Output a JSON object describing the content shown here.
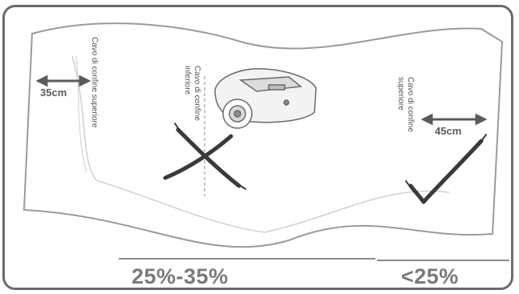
{
  "labels": {
    "upper_cable_left": "Cavo di confine superiore",
    "lower_cable_line1": "Cavo di confine",
    "lower_cable_line2": "inferiore",
    "upper_cable_right_line1": "Cavo di confine",
    "upper_cable_right_line2": "superiore"
  },
  "measurements": {
    "left": "35cm",
    "right": "45cm"
  },
  "slopes": {
    "left": "25%-35%",
    "right": "<25%"
  },
  "colors": {
    "frame": "#6a6a6a",
    "terrain_stroke": "#9a9a9a",
    "mark": "#3a3a3a",
    "text": "#555555"
  },
  "icons": {
    "robot": "robotic-lawn-mower",
    "wrong": "cross-mark",
    "correct": "check-mark"
  }
}
